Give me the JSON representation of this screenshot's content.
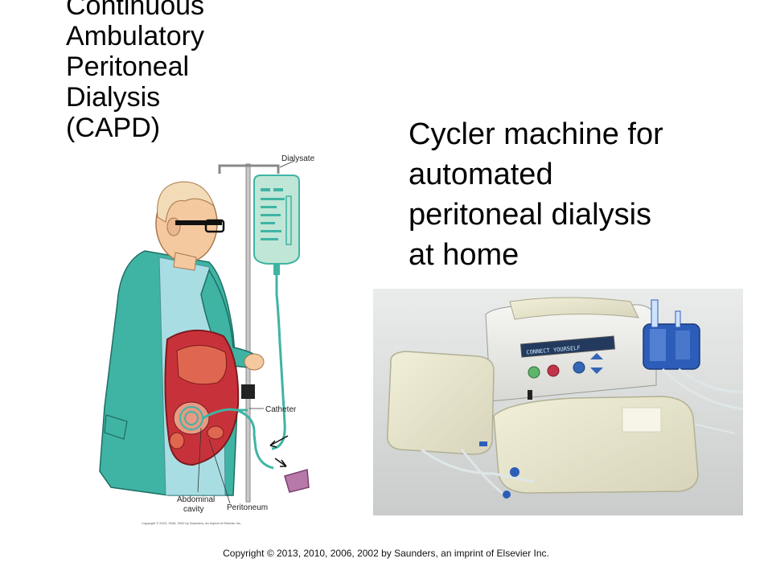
{
  "title": {
    "lines": [
      "Continuous",
      "Ambulatory",
      "Peritoneal",
      "Dialysis",
      "(CAPD)"
    ]
  },
  "right_caption": {
    "lines": [
      "Cycler machine for",
      "automated",
      "peritoneal dialysis",
      "at home"
    ]
  },
  "illustration": {
    "labels": {
      "dialysate": "Dialysate",
      "catheter": "Catheter",
      "abdominal_cavity_1": "Abdominal",
      "abdominal_cavity_2": "cavity",
      "peritoneum": "Peritoneum"
    },
    "credit": "Copyright © 2010, 2006, 2002 by Saunders, an imprint of Elsevier Inc."
  },
  "photo": {
    "screen_text": "CONNECT YOURSELF"
  },
  "footer": {
    "copyright": "Copyright © 2013, 2010, 2006, 2002 by Saunders, an imprint of Elsevier Inc."
  },
  "colors": {
    "teal": "#3fb4a4",
    "light_blue": "#a9dde4",
    "skin": "#f4c9a0",
    "organ_red": "#c7323a",
    "bag_green": "#bfe6d6",
    "machine_blue": "#2c5db8"
  }
}
